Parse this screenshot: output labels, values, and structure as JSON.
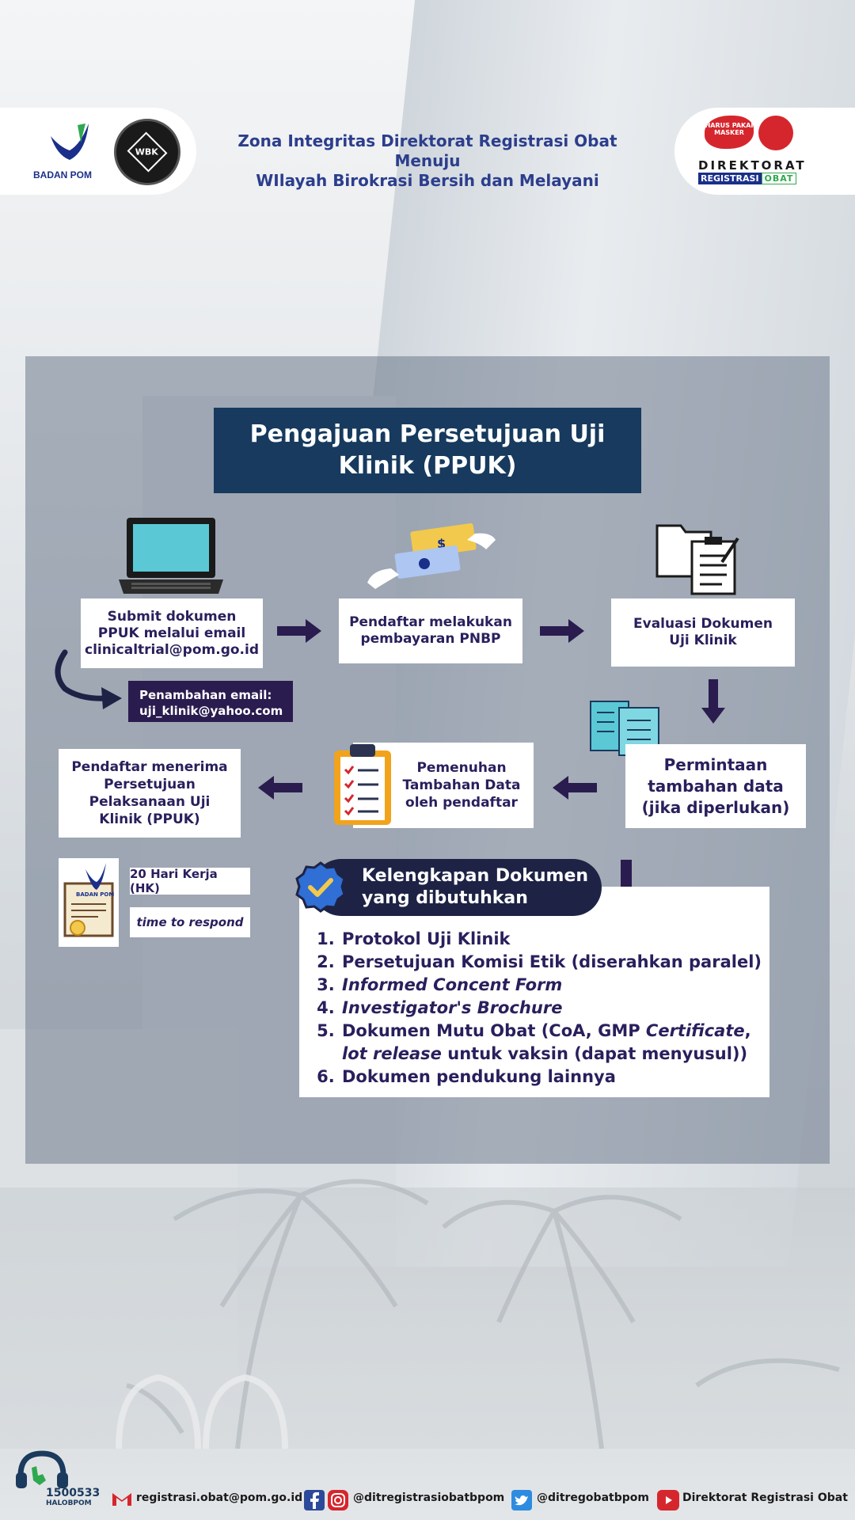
{
  "header": {
    "left_logo_text": "BADAN POM",
    "wbk_badge_text": "WBK",
    "title_line1": "Zona Integritas Direktorat Registrasi Obat Menuju",
    "title_line2": "WIlayah Birokrasi Bersih dan Melayani",
    "right_sticker_text": "HARUS PAKAI MASKER",
    "right_logo_line1": "DIREKTORAT",
    "right_logo_reg": "REGISTRASI",
    "right_logo_obat": "OBAT"
  },
  "main": {
    "title": "Pengajuan Persetujuan Uji Klinik (PPUK)",
    "steps": {
      "submit_l1": "Submit dokumen",
      "submit_l2": "PPUK melalui email",
      "submit_l3": "clinicaltrial@pom.go.id",
      "pay_l1": "Pendaftar melakukan",
      "pay_l2": "pembayaran PNBP",
      "eval_l1": "Evaluasi Dokumen",
      "eval_l2": "Uji Klinik",
      "extra_email_l1": "Penambahan email:",
      "extra_email_l2": "uji_klinik@yahoo.com",
      "request_l1": "Permintaan",
      "request_l2": "tambahan data",
      "request_l3": "(jika diperlukan)",
      "fulfil_l1": "Pemenuhan",
      "fulfil_l2": "Tambahan Data",
      "fulfil_l3": "oleh pendaftar",
      "receive_l1": "Pendaftar menerima",
      "receive_l2": "Persetujuan",
      "receive_l3": "Pelaksanaan Uji",
      "receive_l4": "Klinik (PPUK)"
    },
    "timing": {
      "days": "20 Hari Kerja (HK)",
      "respond": "time to respond",
      "cert_logo": "BADAN POM"
    },
    "docs": {
      "heading_l1": "Kelengkapan Dokumen",
      "heading_l2": "yang dibutuhkan",
      "item1": "Protokol Uji Klinik",
      "item2": "Persetujuan Komisi Etik (diserahkan paralel)",
      "item3": "Informed Concent Form",
      "item4": "Investigator's Brochure",
      "item5_a": "Dokumen Mutu Obat (CoA, GMP ",
      "item5_b": "Certificate",
      "item5_c": ",",
      "item5_d": "lot release",
      "item5_e": " untuk vaksin (dapat menyusul))",
      "item6": "Dokumen pendukung lainnya"
    }
  },
  "footer": {
    "hotline_num": "1500533",
    "hotline_label": "HALOBPOM",
    "email": "registrasi.obat@pom.go.id",
    "social": "@ditregistrasiobatbpom",
    "twitter": "@ditregobatbpom",
    "youtube": "Direktorat Registrasi Obat"
  },
  "colors": {
    "navy": "#173a5e",
    "dark_purple": "#2a1c4f",
    "accent_blue": "#2c3e8c",
    "red": "#d6262d",
    "green": "#2fa84f"
  }
}
